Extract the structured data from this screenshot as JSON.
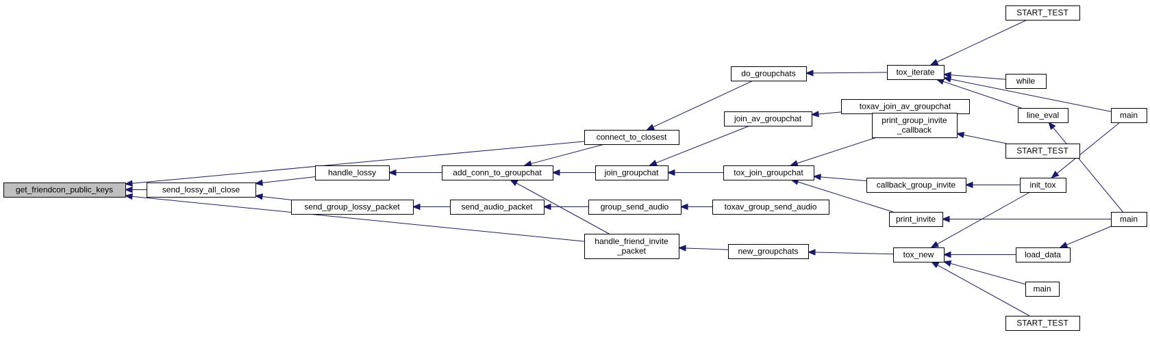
{
  "diagram": {
    "colors": {
      "edge": "#191970",
      "node_border": "#000000",
      "highlight_fill": "#bfbfbf"
    },
    "nodes": [
      {
        "id": "gfpk",
        "lines": [
          "get_friendcon_public_keys"
        ],
        "highlight": true
      },
      {
        "id": "slac",
        "lines": [
          "send_lossy_all_close"
        ]
      },
      {
        "id": "sglp",
        "lines": [
          "send_group_lossy_packet"
        ]
      },
      {
        "id": "hl",
        "lines": [
          "handle_lossy"
        ]
      },
      {
        "id": "sap",
        "lines": [
          "send_audio_packet"
        ]
      },
      {
        "id": "actg",
        "lines": [
          "add_conn_to_groupchat"
        ]
      },
      {
        "id": "ctc",
        "lines": [
          "connect_to_closest"
        ]
      },
      {
        "id": "jg",
        "lines": [
          "join_groupchat"
        ]
      },
      {
        "id": "gsa",
        "lines": [
          "group_send_audio"
        ]
      },
      {
        "id": "hfip",
        "lines": [
          "handle_friend_invite",
          "_packet"
        ]
      },
      {
        "id": "dg",
        "lines": [
          "do_groupchats"
        ]
      },
      {
        "id": "jag",
        "lines": [
          "join_av_groupchat"
        ]
      },
      {
        "id": "tjg",
        "lines": [
          "tox_join_groupchat"
        ]
      },
      {
        "id": "tgsa",
        "lines": [
          "toxav_group_send_audio"
        ]
      },
      {
        "id": "ng",
        "lines": [
          "new_groupchats"
        ]
      },
      {
        "id": "tjag",
        "lines": [
          "toxav_join_av_groupchat"
        ]
      },
      {
        "id": "ti",
        "lines": [
          "tox_iterate"
        ]
      },
      {
        "id": "pgic",
        "lines": [
          "print_group_invite",
          "_callback"
        ]
      },
      {
        "id": "cgi",
        "lines": [
          "callback_group_invite"
        ]
      },
      {
        "id": "pi",
        "lines": [
          "print_invite"
        ]
      },
      {
        "id": "tn",
        "lines": [
          "tox_new"
        ]
      },
      {
        "id": "st1",
        "lines": [
          "START_TEST"
        ]
      },
      {
        "id": "wh",
        "lines": [
          "while"
        ]
      },
      {
        "id": "le",
        "lines": [
          "line_eval"
        ]
      },
      {
        "id": "st2",
        "lines": [
          "START_TEST"
        ]
      },
      {
        "id": "it",
        "lines": [
          "init_tox"
        ]
      },
      {
        "id": "ld",
        "lines": [
          "load_data"
        ]
      },
      {
        "id": "mn3",
        "lines": [
          "main"
        ]
      },
      {
        "id": "st3",
        "lines": [
          "START_TEST"
        ]
      },
      {
        "id": "mn1",
        "lines": [
          "main"
        ]
      },
      {
        "id": "mn2",
        "lines": [
          "main"
        ]
      }
    ],
    "edges": [
      {
        "from": "slac",
        "to": "gfpk"
      },
      {
        "from": "ctc",
        "to": "gfpk"
      },
      {
        "from": "hfip",
        "to": "gfpk"
      },
      {
        "from": "hl",
        "to": "slac"
      },
      {
        "from": "sglp",
        "to": "slac"
      },
      {
        "from": "actg",
        "to": "hl"
      },
      {
        "from": "sap",
        "to": "sglp"
      },
      {
        "from": "ctc",
        "to": "actg"
      },
      {
        "from": "jg",
        "to": "actg"
      },
      {
        "from": "hfip",
        "to": "actg"
      },
      {
        "from": "gsa",
        "to": "sap"
      },
      {
        "from": "dg",
        "to": "ctc"
      },
      {
        "from": "jag",
        "to": "jg"
      },
      {
        "from": "tjg",
        "to": "jg"
      },
      {
        "from": "tgsa",
        "to": "gsa"
      },
      {
        "from": "ng",
        "to": "hfip"
      },
      {
        "from": "ti",
        "to": "dg"
      },
      {
        "from": "tjag",
        "to": "jag"
      },
      {
        "from": "pgic",
        "to": "tjg"
      },
      {
        "from": "cgi",
        "to": "tjg"
      },
      {
        "from": "pi",
        "to": "tjg"
      },
      {
        "from": "tn",
        "to": "ng"
      },
      {
        "from": "st1",
        "to": "ti"
      },
      {
        "from": "mn1",
        "to": "ti"
      },
      {
        "from": "wh",
        "to": "ti"
      },
      {
        "from": "le",
        "to": "ti"
      },
      {
        "from": "st2",
        "to": "pgic"
      },
      {
        "from": "it",
        "to": "cgi"
      },
      {
        "from": "mn2",
        "to": "pi"
      },
      {
        "from": "it",
        "to": "tn"
      },
      {
        "from": "ld",
        "to": "tn"
      },
      {
        "from": "mn3",
        "to": "tn"
      },
      {
        "from": "st3",
        "to": "tn"
      },
      {
        "from": "mn2",
        "to": "le"
      },
      {
        "from": "mn1",
        "to": "it"
      },
      {
        "from": "mn2",
        "to": "ld"
      }
    ]
  }
}
